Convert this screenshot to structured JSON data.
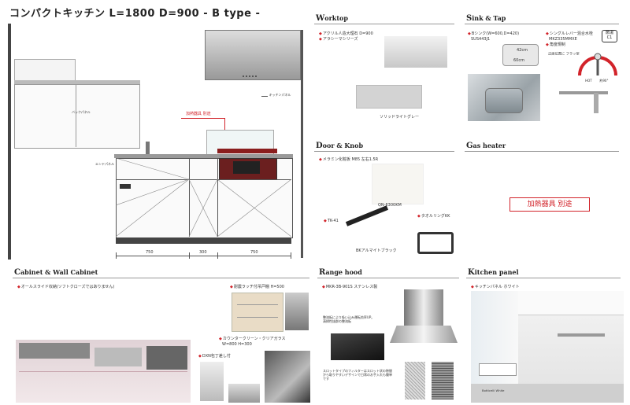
{
  "title": "コンパクトキッチン  L=1800  D=900 - B type -",
  "elevation": {
    "labels": {
      "backpanel": "バックパネル",
      "kitchen_panel": "キッチンパネル",
      "end_panel": "エンドパネル",
      "heater_separate": "加熱器具 別途"
    },
    "dimensions": [
      "750",
      "300",
      "750"
    ]
  },
  "worktop": {
    "heading_cap": "W",
    "heading_rest": "orktop",
    "lines": [
      "アクリル人造大理石 D=900",
      "アラシーマシリーズ"
    ],
    "swatch_caption": "ソリッドライトグレー"
  },
  "sink": {
    "heading_cap": "S",
    "heading_rest": "ink & Tap",
    "left_lines": [
      "Bシンク(W=600,D=420)",
      "SUS443J1"
    ],
    "right_lines": [
      "シングルレバー混合水栓",
      "MKZ335MMXE",
      "角度規制"
    ],
    "dim_w": "42cm",
    "dim_d": "60cm",
    "badge_top": "節湯",
    "badge_bottom": "C1",
    "note": "正面位置に フラッ型",
    "hot_label": "HOT",
    "range_label": "約90°"
  },
  "door": {
    "heading_cap": "D",
    "heading_rest": "oor & Knob",
    "lines": [
      "メラミン化粧板 M85 左右1.5R"
    ],
    "door_code": "QN-6300KM",
    "knob1": "TK-41",
    "knob1_caption": "BKアルマイトブラック",
    "knob2": "タオルリングKK"
  },
  "gas": {
    "heading_cap": "G",
    "heading_rest": "as heater",
    "label": "加熱器具 別途"
  },
  "cabinet": {
    "heading_cap": "C",
    "heading_rest": "abinet & Wall Cabinet",
    "line1": "オールスライド収納(ソフトクローズではありません)",
    "line2": "耐震ラッチ付吊戸棚 H=500",
    "line3": "カウンタークリーン・クリアガラス",
    "line4": "W=800  H=300",
    "line5": "DXN包丁差し付"
  },
  "range": {
    "heading_cap": "R",
    "heading_rest": "ange hood",
    "line1": "MKR-3B-901S ステンレス製",
    "note1": "整流板により吸い込み運転効率UP。清掃性抜群の整流板",
    "note2": "スロットタイプのフィルターはスロット状の隙間から取りやすいデザインで日常のお手入れも簡単です"
  },
  "kpanel": {
    "heading_cap": "K",
    "heading_rest": "itchen panel",
    "line1": "キッチンパネル ホワイト",
    "caption": "Botticelli White"
  }
}
